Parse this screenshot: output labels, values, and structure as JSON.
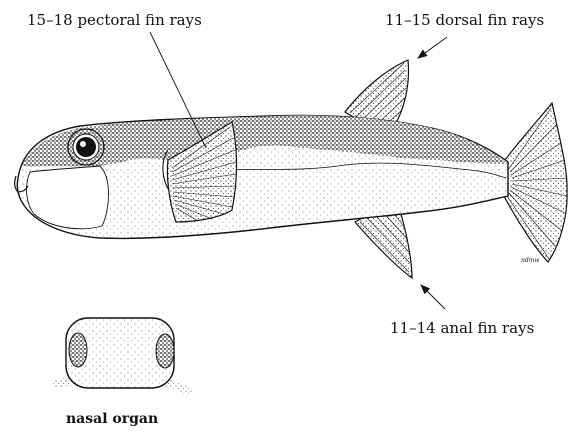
{
  "labels": {
    "pectoral": "15–18 pectoral fin rays",
    "dorsal": "11–15 dorsal fin  rays",
    "anal": "11–14 anal fin rays",
    "nasal": "nasal organ",
    "signature": "ndmw"
  },
  "colors": {
    "ink": "#111111",
    "paper": "#ffffff"
  }
}
